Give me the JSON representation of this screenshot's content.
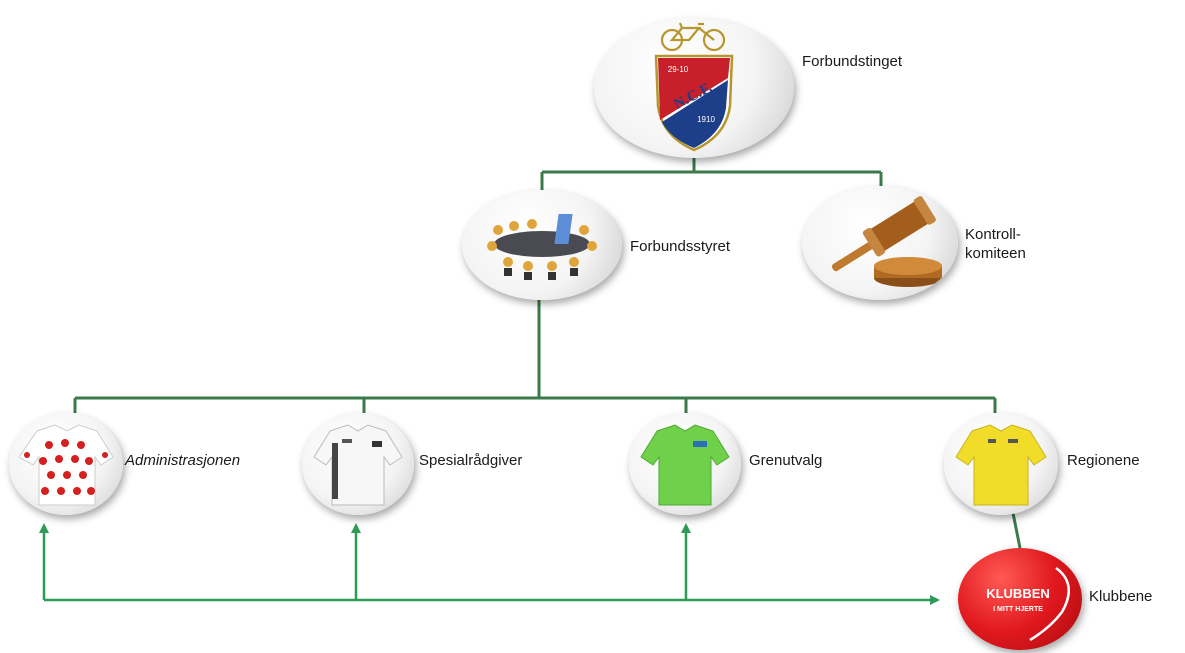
{
  "colors": {
    "connector": "#3a7a4a",
    "arrow": "#2e9a55",
    "logo_red": "#c8202a",
    "logo_blue": "#1d3f8a",
    "club_red": "#d8161c"
  },
  "nodes": {
    "forbundstinget": {
      "label": "Forbundstinget",
      "icon": "ncf-logo-icon",
      "logo_text": "N.C.F.",
      "logo_year_left": "29-10",
      "logo_year_right": "1910"
    },
    "forbundsstyret": {
      "label": "Forbundsstyret",
      "icon": "board-meeting-icon"
    },
    "kontrollkomiteen": {
      "label_line1": "Kontroll-",
      "label_line2": "komiteen",
      "icon": "gavel-icon"
    },
    "administrasjonen": {
      "label": "Administrasjonen",
      "icon": "polka-dot-jersey-icon"
    },
    "spesialradgiver": {
      "label": "Spesialrådgiver",
      "icon": "white-jersey-icon"
    },
    "grenutvalg": {
      "label": "Grenutvalg",
      "icon": "green-jersey-icon"
    },
    "regionene": {
      "label": "Regionene",
      "icon": "yellow-jersey-icon"
    },
    "klubbene": {
      "label": "Klubbene",
      "icon": "klubben-heart-icon",
      "badge_line1": "KLUBBEN",
      "badge_line2": "I MITT HJERTE"
    }
  }
}
